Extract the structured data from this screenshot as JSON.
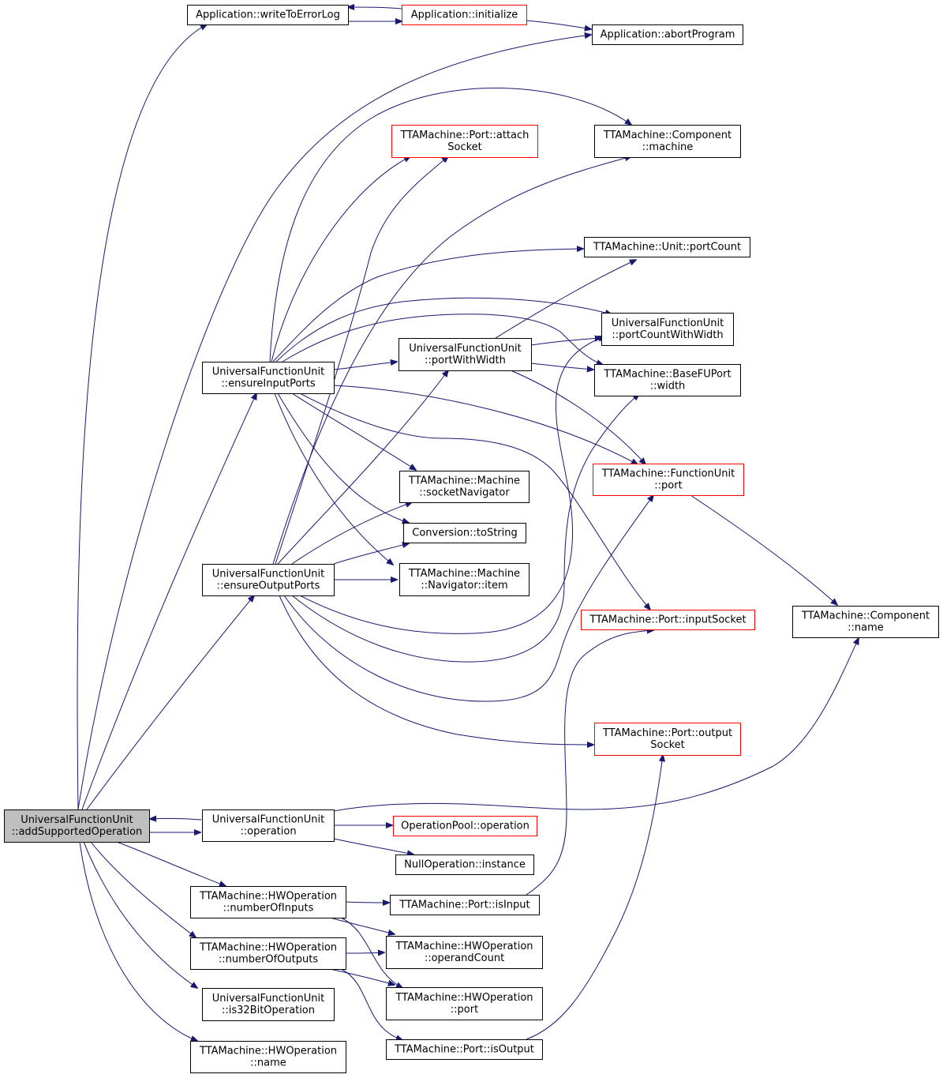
{
  "diagram": {
    "title": "",
    "colors": {
      "edge": "#191970",
      "focus_fill": "#bfbfbf",
      "node_fill": "#ffffff",
      "normal_border": "#000000",
      "truncated_border": "#ff0000"
    },
    "nodes": [
      {
        "id": "root",
        "lines": [
          "UniversalFunctionUnit",
          "::addSupportedOperation"
        ],
        "style": "focus"
      },
      {
        "id": "app_write",
        "lines": [
          "Application::writeToErrorLog"
        ],
        "style": "normal"
      },
      {
        "id": "app_init",
        "lines": [
          "Application::initialize"
        ],
        "style": "truncated"
      },
      {
        "id": "app_abort",
        "lines": [
          "Application::abortProgram"
        ],
        "style": "normal"
      },
      {
        "id": "port_attach",
        "lines": [
          "TTAMachine::Port::attach",
          "Socket"
        ],
        "style": "truncated"
      },
      {
        "id": "comp_machine",
        "lines": [
          "TTAMachine::Component",
          "::machine"
        ],
        "style": "normal"
      },
      {
        "id": "unit_portcount",
        "lines": [
          "TTAMachine::Unit::portCount"
        ],
        "style": "normal"
      },
      {
        "id": "ufu_pcww",
        "lines": [
          "UniversalFunctionUnit",
          "::portCountWithWidth"
        ],
        "style": "normal"
      },
      {
        "id": "ufu_pww",
        "lines": [
          "UniversalFunctionUnit",
          "::portWithWidth"
        ],
        "style": "normal"
      },
      {
        "id": "ufu_eip",
        "lines": [
          "UniversalFunctionUnit",
          "::ensureInputPorts"
        ],
        "style": "normal"
      },
      {
        "id": "basefu_width",
        "lines": [
          "TTAMachine::BaseFUPort",
          "::width"
        ],
        "style": "normal"
      },
      {
        "id": "fu_port",
        "lines": [
          "TTAMachine::FunctionUnit",
          "::port"
        ],
        "style": "truncated"
      },
      {
        "id": "mach_sn",
        "lines": [
          "TTAMachine::Machine",
          "::socketNavigator"
        ],
        "style": "normal"
      },
      {
        "id": "conv_tostring",
        "lines": [
          "Conversion::toString"
        ],
        "style": "normal"
      },
      {
        "id": "ufu_eop",
        "lines": [
          "UniversalFunctionUnit",
          "::ensureOutputPorts"
        ],
        "style": "normal"
      },
      {
        "id": "mach_nav_item",
        "lines": [
          "TTAMachine::Machine",
          "::Navigator::item"
        ],
        "style": "normal"
      },
      {
        "id": "port_insock",
        "lines": [
          "TTAMachine::Port::inputSocket"
        ],
        "style": "truncated"
      },
      {
        "id": "comp_name",
        "lines": [
          "TTAMachine::Component",
          "::name"
        ],
        "style": "normal"
      },
      {
        "id": "port_outsock",
        "lines": [
          "TTAMachine::Port::output",
          "Socket"
        ],
        "style": "truncated"
      },
      {
        "id": "ufu_operation",
        "lines": [
          "UniversalFunctionUnit",
          "::operation"
        ],
        "style": "normal"
      },
      {
        "id": "oppool_op",
        "lines": [
          "OperationPool::operation"
        ],
        "style": "truncated"
      },
      {
        "id": "nullop_inst",
        "lines": [
          "NullOperation::instance"
        ],
        "style": "normal"
      },
      {
        "id": "hwop_noi",
        "lines": [
          "TTAMachine::HWOperation",
          "::numberOfInputs"
        ],
        "style": "normal"
      },
      {
        "id": "port_isinput",
        "lines": [
          "TTAMachine::Port::isInput"
        ],
        "style": "normal"
      },
      {
        "id": "hwop_noo",
        "lines": [
          "TTAMachine::HWOperation",
          "::numberOfOutputs"
        ],
        "style": "normal"
      },
      {
        "id": "hwop_opcount",
        "lines": [
          "TTAMachine::HWOperation",
          "::operandCount"
        ],
        "style": "normal"
      },
      {
        "id": "ufu_is32",
        "lines": [
          "UniversalFunctionUnit",
          "::is32BitOperation"
        ],
        "style": "normal"
      },
      {
        "id": "hwop_port",
        "lines": [
          "TTAMachine::HWOperation",
          "::port"
        ],
        "style": "normal"
      },
      {
        "id": "port_isoutput",
        "lines": [
          "TTAMachine::Port::isOutput"
        ],
        "style": "normal"
      },
      {
        "id": "hwop_name",
        "lines": [
          "TTAMachine::HWOperation",
          "::name"
        ],
        "style": "normal"
      }
    ]
  }
}
